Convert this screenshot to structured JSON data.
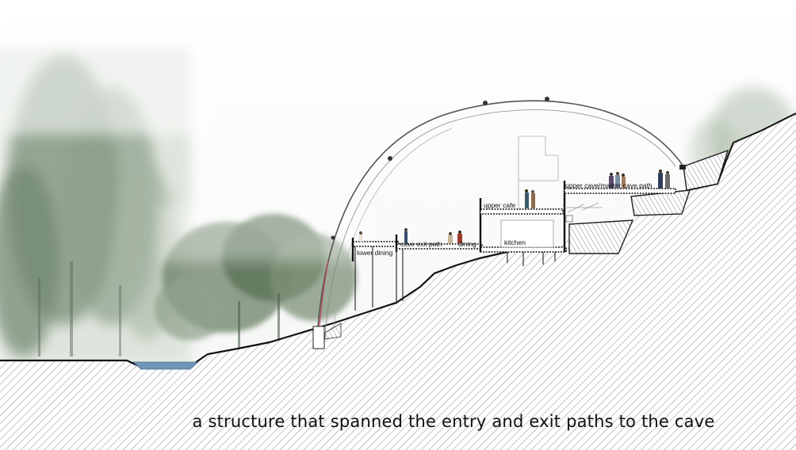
{
  "diagram": {
    "caption": "a structure that spanned the entry and exit paths to the cave",
    "labels": {
      "lower_dining": "lower dining",
      "cave_exit_path": "cave exit path",
      "dining": "dining",
      "kitchen": "kitchen",
      "upper_cafe": "upper cafe",
      "upper_cave_path": "upper cave/master cave path"
    },
    "colors": {
      "ground_line": "#111111",
      "hatch": "#6e6e6e",
      "water": "#6f95b8",
      "foliage_dark": "#5d7a5a",
      "foliage_light": "#9fb49a",
      "mist": "#eef1ee"
    }
  }
}
